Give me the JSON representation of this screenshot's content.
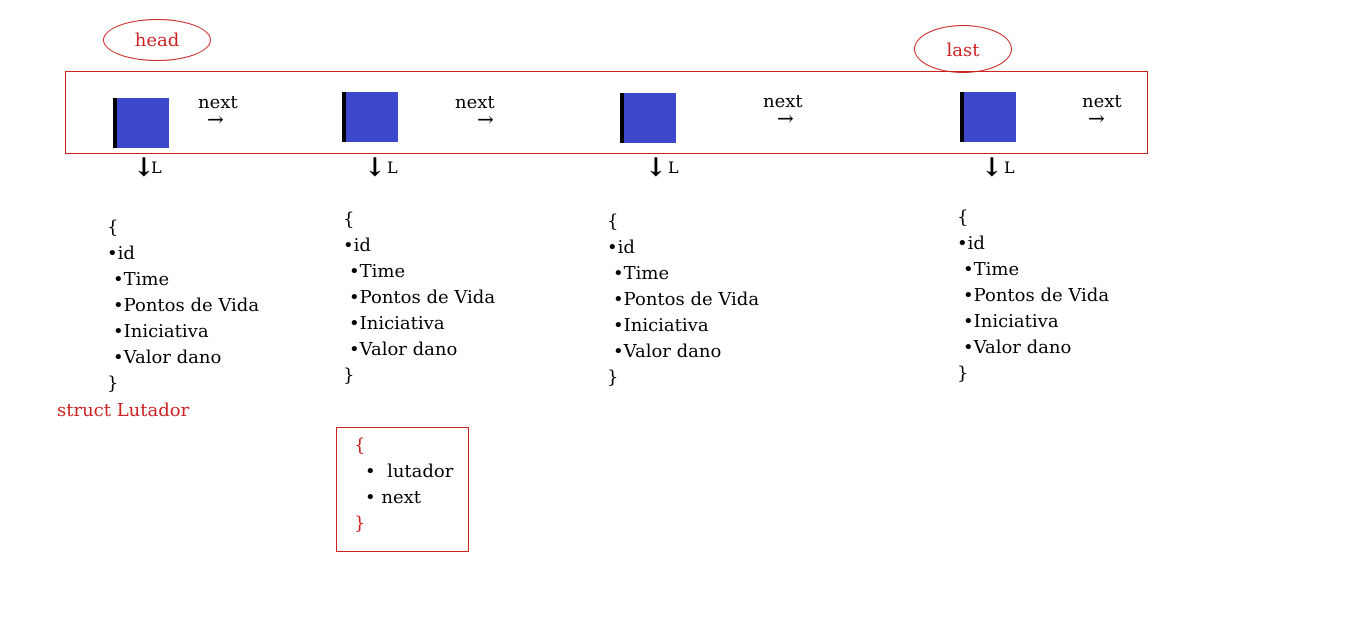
{
  "pointers": {
    "head": "head",
    "last": "last"
  },
  "links": {
    "next": "next",
    "arrow_right": "→",
    "arrow_down": "↓",
    "down_label": "L"
  },
  "struct_fields": {
    "open": "{",
    "close": "}",
    "bullet": "•",
    "fields": [
      "id",
      "Time",
      "Pontos de Vida",
      "Iniciativa",
      "Valor dano"
    ]
  },
  "struct_label": "struct Lutador",
  "node_struct": {
    "open": "{",
    "close": "}",
    "fields": [
      "lutador",
      "next"
    ]
  },
  "colors": {
    "node_fill": "#3e48cc",
    "accent_red": "#cc2222"
  }
}
